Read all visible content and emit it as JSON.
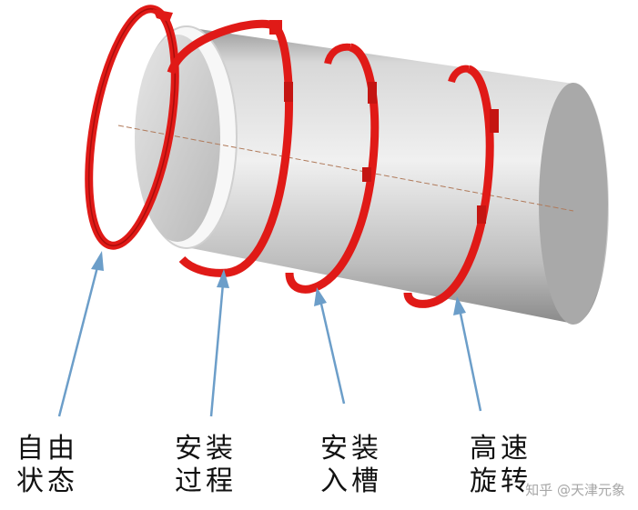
{
  "colors": {
    "ring": "#e01a17",
    "ring_dark": "#a80d0b",
    "cylinder_light": "#efefef",
    "cylinder_mid": "#c4c4c4",
    "cylinder_dark": "#8c8c8c",
    "arrow": "#6c9ec9",
    "axis_line": "#b07a5a"
  },
  "stages": [
    {
      "id": "free",
      "line1": "自由",
      "line2": "状态"
    },
    {
      "id": "installing",
      "line1": "安装",
      "line2": "过程"
    },
    {
      "id": "in-groove",
      "line1": "安装",
      "line2": "入槽"
    },
    {
      "id": "high-speed",
      "line1": "高速",
      "line2": "旋转"
    }
  ],
  "watermark": "知乎 @天津元象"
}
